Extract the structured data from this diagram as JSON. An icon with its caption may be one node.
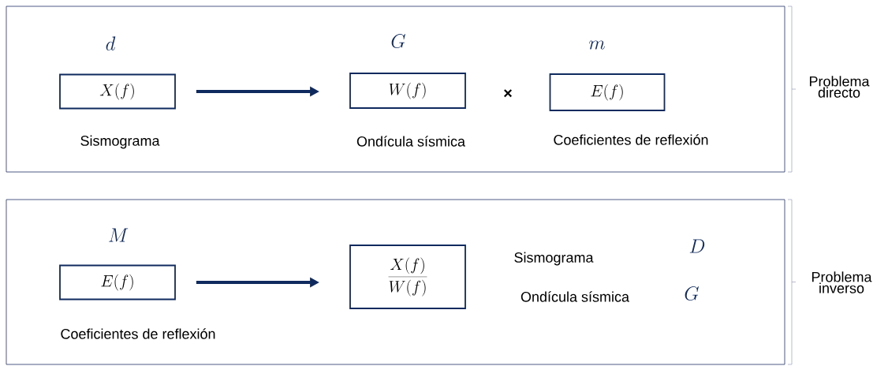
{
  "diagram": {
    "nodes": [
      {
        "text": [],
        "shape": "box",
        "beside": [
          "Problema directo"
        ]
      },
      {
        "text": [
          "X(f)"
        ],
        "in": 0,
        "beside": [
          "d",
          "Sismograma"
        ]
      },
      {
        "text": [
          "W(f)"
        ],
        "in": 0,
        "beside": [
          "G",
          "Ondícula sísmica"
        ]
      },
      {
        "text": [
          "E(f)"
        ],
        "in": 0,
        "beside": [
          "m",
          "Coeficientes de reflexión"
        ]
      },
      {
        "text": [],
        "shape": "box",
        "beside": [
          "Problema inverso"
        ]
      },
      {
        "text": [
          "E(f)"
        ],
        "in": 4,
        "beside": [
          "M",
          "Coeficientes de reflexión"
        ]
      },
      {
        "text": [
          "\\frac{X(f)}{W(f)}"
        ],
        "in": 4
      }
    ],
    "edges": [
      {
        "from": 1,
        "to": 2,
        "arrow": "to"
      },
      {
        "from": 5,
        "to": 6,
        "arrow": "to"
      }
    ],
    "labels": [
      "×",
      "Sismograma",
      "D",
      "Ondícula sísmica",
      "G"
    ]
  }
}
